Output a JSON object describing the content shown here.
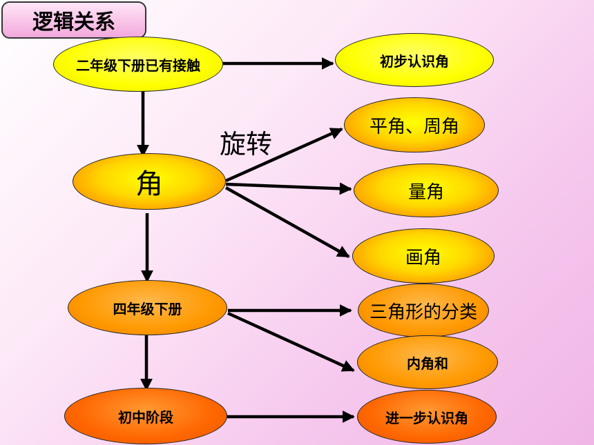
{
  "title": "逻辑关系",
  "nodes": {
    "n2": "二年级下册已有接触",
    "first_know": "初步认识角",
    "angle": "角",
    "flat_round": "平角、周角",
    "measure": "量角",
    "draw": "画角",
    "n4": "四年级下册",
    "triangle_class": "三角形的分类",
    "inner_sum": "内角和",
    "junior": "初中阶段",
    "further": "进一步认识角"
  },
  "edge_label": "旋转",
  "colors": {
    "yellow": "#ffff00",
    "orange": "#ff9900",
    "dark_orange": "#ff6600",
    "edge": "#000000"
  }
}
